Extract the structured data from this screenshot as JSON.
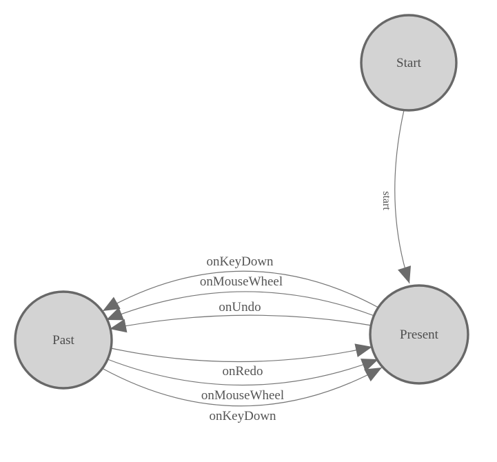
{
  "diagram": {
    "colors": {
      "background": "#ffffff",
      "node_fill": "#d3d3d3",
      "node_border": "#686868",
      "edge_line": "#757575",
      "arrow_fill": "#6b6b6b",
      "label_text": "#555555"
    },
    "nodes": [
      {
        "id": "start",
        "label": "Start"
      },
      {
        "id": "present",
        "label": "Present"
      },
      {
        "id": "past",
        "label": "Past"
      }
    ],
    "edges": [
      {
        "from": "start",
        "to": "present",
        "label": "start"
      },
      {
        "from": "present",
        "to": "past",
        "label": "onKeyDown"
      },
      {
        "from": "present",
        "to": "past",
        "label": "onMouseWheel"
      },
      {
        "from": "present",
        "to": "past",
        "label": "onUndo"
      },
      {
        "from": "past",
        "to": "present",
        "label": "onRedo"
      },
      {
        "from": "past",
        "to": "present",
        "label": "onMouseWheel"
      },
      {
        "from": "past",
        "to": "present",
        "label": "onKeyDown"
      }
    ]
  }
}
